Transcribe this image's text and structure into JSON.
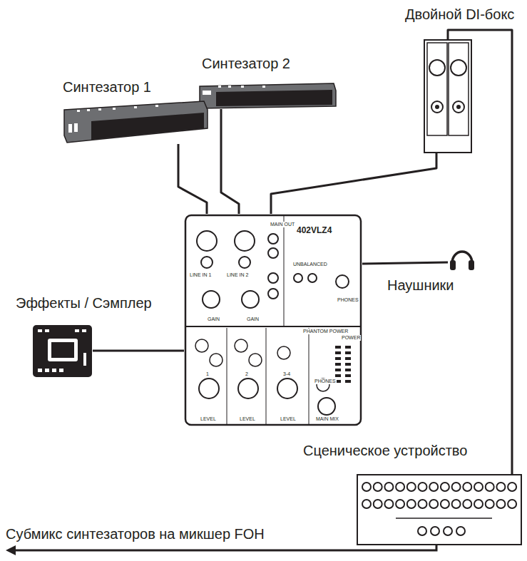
{
  "diagram": {
    "nodes": [
      {
        "text": [
          "Двойной DI-бокс"
        ]
      },
      {
        "text": [
          "Синтезатор 2"
        ]
      },
      {
        "text": [
          "Синтезатор 1"
        ]
      },
      {
        "text": [
          "402VLZ4"
        ]
      },
      {
        "text": [
          "Наушники"
        ]
      },
      {
        "text": [
          "Эффекты / Сэмплер"
        ]
      },
      {
        "text": [
          "Сценическое устройство"
        ]
      }
    ],
    "edges": [
      {
        "from": 2,
        "to": 3,
        "arrow": "none"
      },
      {
        "from": 1,
        "to": 3,
        "arrow": "none"
      },
      {
        "from": 3,
        "to": 0,
        "arrow": "none"
      },
      {
        "from": 0,
        "to": 6,
        "arrow": "none"
      },
      {
        "from": 3,
        "to": 4,
        "arrow": "none"
      },
      {
        "from": 5,
        "to": 3,
        "arrow": "none"
      }
    ],
    "labels": [
      "MAIN OUT",
      "LINE IN 1",
      "LINE IN 2",
      "GAIN",
      "GAIN",
      "UNBALANCED",
      "PHONES",
      "PHANTOM POWER",
      "POWER",
      "1",
      "2",
      "3-4",
      "PHONES",
      "LEVEL",
      "LEVEL",
      "LEVEL",
      "MAIN MIX",
      "Субмикс синтезаторов на микшер FOH"
    ]
  }
}
